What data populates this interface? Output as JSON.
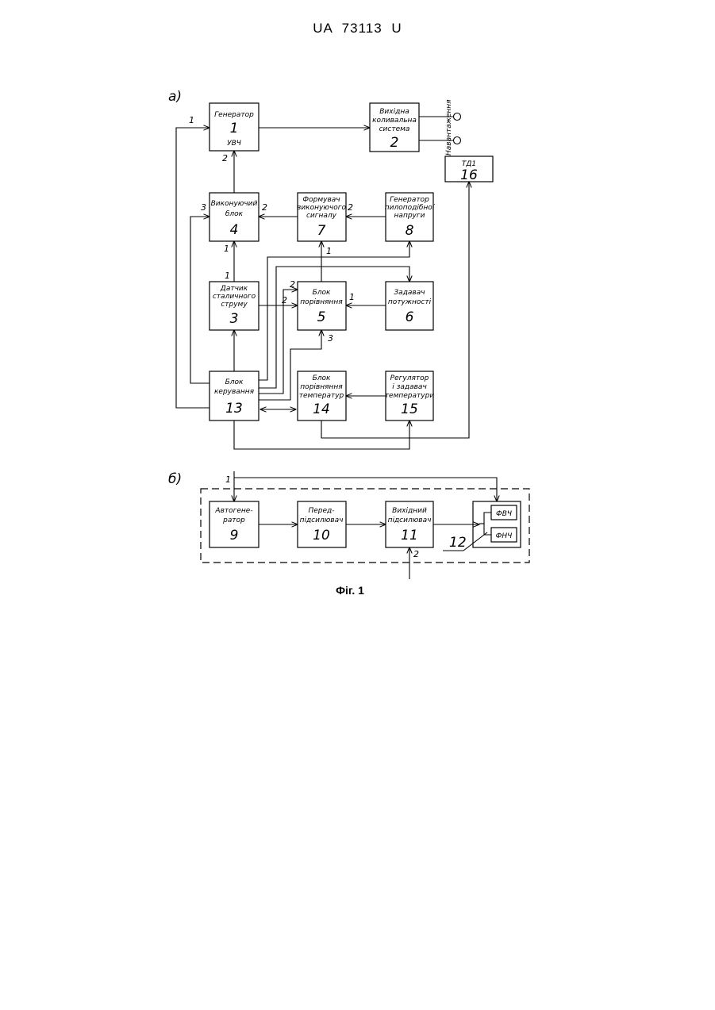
{
  "header": {
    "doc_number": "UA   73113   U"
  },
  "diagram_a": {
    "label": "а)",
    "blocks": {
      "b1": {
        "text": [
          "Генератор",
          "1",
          "УВЧ"
        ]
      },
      "b2": {
        "text": [
          "Вихідна",
          "коливальна",
          "система",
          "2"
        ]
      },
      "b3": {
        "text": [
          "Датчик",
          "сталичного",
          "струму",
          "3"
        ]
      },
      "b4": {
        "text": [
          "Виконуючий",
          "блок",
          "4"
        ]
      },
      "b5": {
        "text": [
          "Блок",
          "порівняння",
          "5"
        ]
      },
      "b6": {
        "text": [
          "Задавач",
          "потужності",
          "6"
        ]
      },
      "b7": {
        "text": [
          "Формувач",
          "виконуючого",
          "сигналу",
          "7"
        ]
      },
      "b8": {
        "text": [
          "Генератор",
          "пилоподібної",
          "напруги",
          "8"
        ]
      },
      "b13": {
        "text": [
          "Блок",
          "керування",
          "13"
        ]
      },
      "b14": {
        "text": [
          "Блок",
          "порівняння",
          "температур",
          "14"
        ]
      },
      "b15": {
        "text": [
          "Регулятор",
          "і задавач",
          "температури",
          "15"
        ]
      },
      "b16": {
        "text": [
          "ТД1",
          "16"
        ]
      }
    },
    "load_label": "Навантаження",
    "pins": [
      "1",
      "2",
      "3",
      "2",
      "2",
      "1",
      "1",
      "2",
      "2",
      "1",
      "3",
      "1"
    ]
  },
  "diagram_b": {
    "label": "б)",
    "blocks": {
      "b9": {
        "text": [
          "Автогене-",
          "ратор",
          "9"
        ]
      },
      "b10": {
        "text": [
          "Перед-",
          "підсилювач",
          "10"
        ]
      },
      "b11": {
        "text": [
          "Вихідний",
          "підсилювач",
          "11"
        ]
      },
      "b12": {
        "fvch": "ФВЧ",
        "fnch": "ФНЧ",
        "num": "12"
      }
    },
    "pins": [
      "1",
      "2"
    ]
  },
  "caption": "Фіг. 1"
}
